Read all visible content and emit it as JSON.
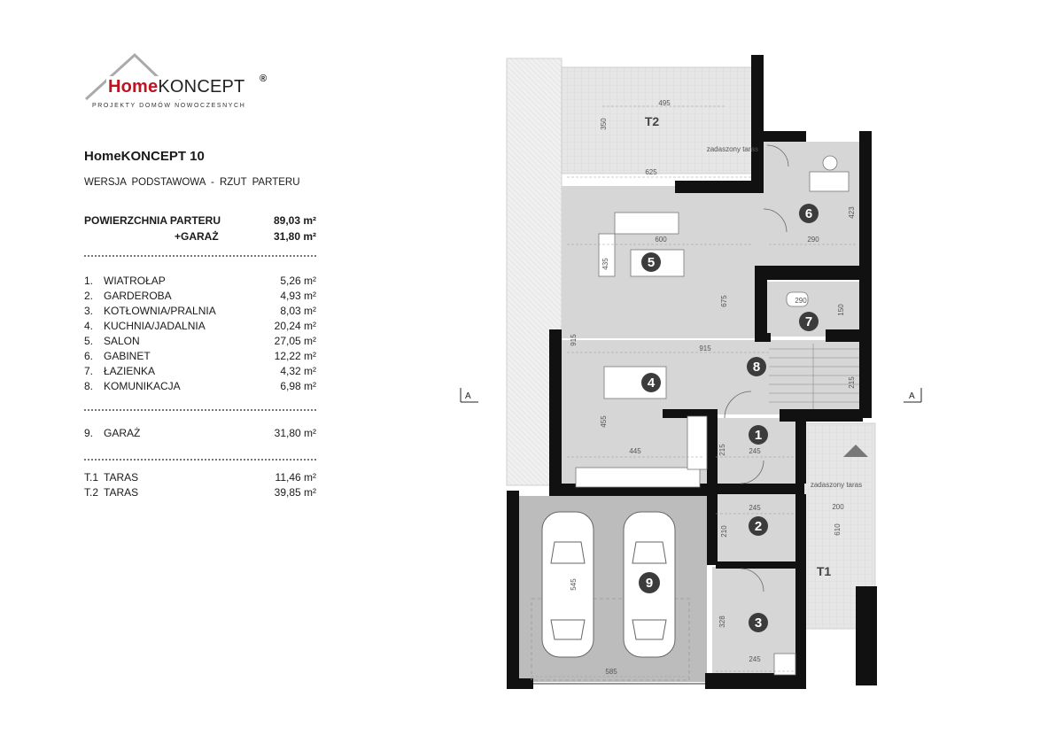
{
  "brand": {
    "home": "Home",
    "koncept": "KONCEPT",
    "reg": "®",
    "tagline": "PROJEKTY DOMÓW NOWOCZESNYCH"
  },
  "project": {
    "title": "HomeKONCEPT 10",
    "version": "WERSJA PODSTAWOWA - RZUT PARTERU"
  },
  "area_summary": [
    {
      "label": "POWIERZCHNIA PARTERU",
      "value": "89,03 m²"
    },
    {
      "label": "+GARAŻ",
      "value": "31,80 m²"
    }
  ],
  "rooms": [
    {
      "num": "1.",
      "name": "WIATROŁAP",
      "area": "5,26 m²"
    },
    {
      "num": "2.",
      "name": "GARDEROBA",
      "area": "4,93 m²"
    },
    {
      "num": "3.",
      "name": "KOTŁOWNIA/PRALNIA",
      "area": "8,03 m²"
    },
    {
      "num": "4.",
      "name": "KUCHNIA/JADALNIA",
      "area": "20,24 m²"
    },
    {
      "num": "5.",
      "name": "SALON",
      "area": "27,05 m²"
    },
    {
      "num": "6.",
      "name": "GABINET",
      "area": "12,22 m²"
    },
    {
      "num": "7.",
      "name": "ŁAZIENKA",
      "area": "4,32 m²"
    },
    {
      "num": "8.",
      "name": "KOMUNIKACJA",
      "area": "6,98 m²"
    }
  ],
  "garage_row": {
    "num": "9.",
    "name": "GARAŻ",
    "area": "31,80 m²"
  },
  "terraces": [
    {
      "num": "T.1",
      "name": "TARAS",
      "area": "11,46 m²"
    },
    {
      "num": "T.2",
      "name": "TARAS",
      "area": "39,85 m²"
    }
  ],
  "plan": {
    "room_badges": [
      "1",
      "2",
      "3",
      "4",
      "5",
      "6",
      "7",
      "8",
      "9"
    ],
    "terrace_badges": [
      "T2",
      "T1"
    ],
    "dimensions": [
      "495",
      "350",
      "625",
      "423",
      "290",
      "600",
      "435",
      "675",
      "290",
      "150",
      "915",
      "915",
      "215",
      "455",
      "445",
      "215",
      "245",
      "245",
      "210",
      "545",
      "328",
      "245",
      "585",
      "200",
      "610"
    ],
    "labels": {
      "covered_terrace_top": "zadaszony taras",
      "covered_terrace_right": "zadaszony taras"
    },
    "section_marks": [
      "A",
      "A"
    ]
  },
  "colors": {
    "wall": "#111111",
    "floor": "#d4d4d4",
    "garage": "#bcbcbc",
    "badge": "#3c3c3c",
    "brand_red": "#c1121f"
  }
}
